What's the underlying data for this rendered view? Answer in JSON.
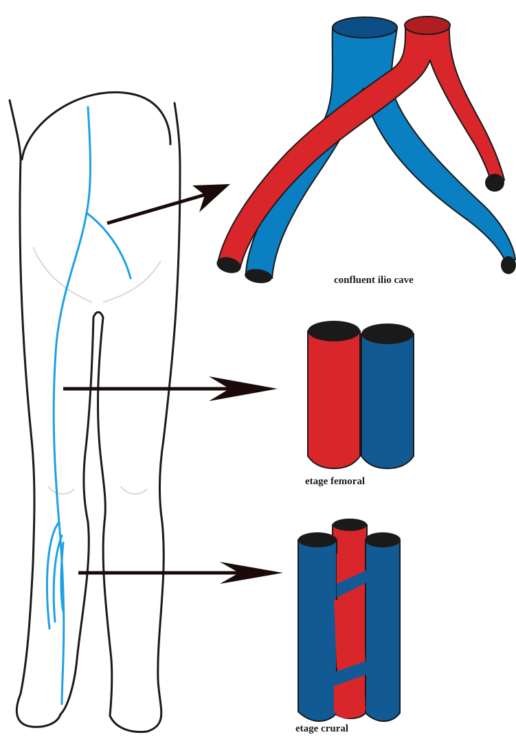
{
  "labels": {
    "ilio_caval": "confluent ilio cave",
    "femoral": "etage femoral",
    "crural": "etage crural"
  },
  "colors": {
    "artery": "#d9262a",
    "artery_top": "#b11e22",
    "vein": "#0a7fc1",
    "vein_dark": "#125a94",
    "vein_top": "#0b4f86",
    "vessel_end": "#1a1a1a",
    "outline": "#1a1a1a",
    "leg_vein_line": "#1ea0e6",
    "arrow": "#1b0a0a"
  }
}
